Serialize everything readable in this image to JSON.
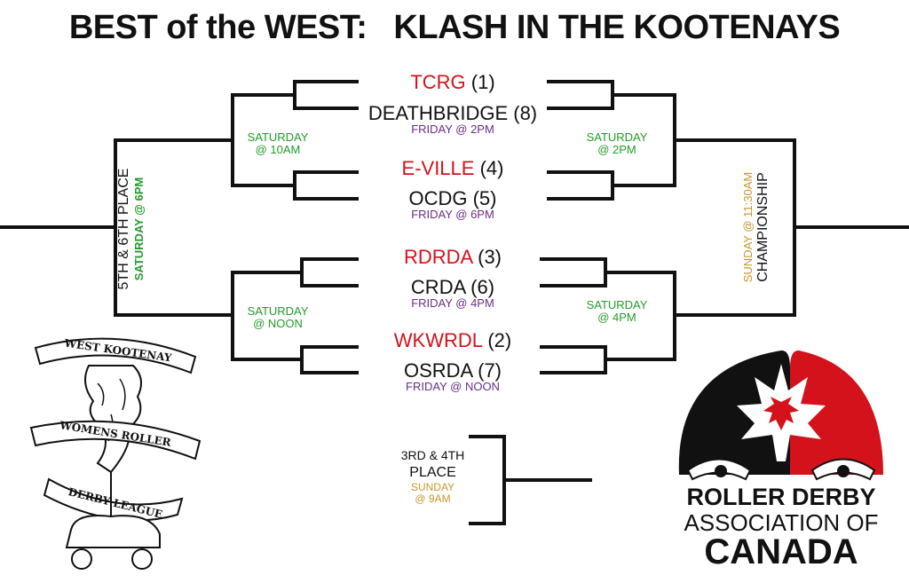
{
  "title": {
    "left": "BEST of the WEST:",
    "right": "KLASH IN THE KOOTENAYS"
  },
  "quarterfinals": [
    {
      "team1": "TCRG",
      "seed1": "(1)",
      "team2": "DEATHBRIDGE",
      "seed2": "(8)",
      "time": "FRIDAY @ 2PM"
    },
    {
      "team1": "E-VILLE",
      "seed1": "(4)",
      "team2": "OCDG",
      "seed2": "(5)",
      "time": "FRIDAY @ 6PM"
    },
    {
      "team1": "RDRDA",
      "seed1": "(3)",
      "team2": "CRDA",
      "seed2": "(6)",
      "time": "FRIDAY @ 4PM"
    },
    {
      "team1": "WKWRDL",
      "seed1": "(2)",
      "team2": "OSRDA",
      "seed2": "(7)",
      "time": "FRIDAY @ NOON"
    }
  ],
  "consolation_semis": {
    "top": {
      "day": "SATURDAY",
      "time": "@ 10AM"
    },
    "bottom": {
      "day": "SATURDAY",
      "time": "@ NOON"
    }
  },
  "semis": {
    "top": {
      "day": "SATURDAY",
      "time": "@ 2PM"
    },
    "bottom": {
      "day": "SATURDAY",
      "time": "@ 4PM"
    }
  },
  "fifth_place": {
    "label": "5TH & 6TH PLACE",
    "day": "SATURDAY",
    "time": "@ 6PM"
  },
  "championship": {
    "label": "CHAMPIONSHIP",
    "day": "SUNDAY",
    "time": "@ 11:30AM"
  },
  "third_place": {
    "line1": "3RD & 4TH",
    "line2": "PLACE",
    "day": "SUNDAY",
    "time": "@ 9AM"
  },
  "logo_wk": {
    "line1": "WEST KOOTENAY",
    "line2": "WOMENS ROLLER",
    "line3": "DERBY LEAGUE"
  },
  "logo_rdac": {
    "line1": "ROLLER DERBY",
    "line2": "ASSOCIATION OF",
    "line3": "CANADA"
  },
  "colors": {
    "red": "#d3121b",
    "purple": "#6b2d86",
    "green": "#239b2a",
    "gold": "#c8962c"
  }
}
